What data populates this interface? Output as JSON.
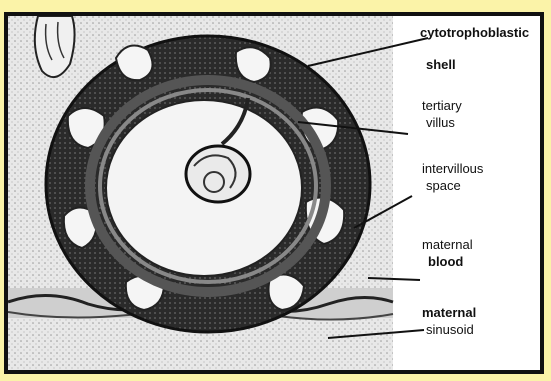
{
  "colors": {
    "background": "#fbf3a8",
    "frame": "#111111",
    "placental_tissue": "#2a2a2a",
    "stipple": "#d9d9d9",
    "lumen": "#f4f4f4"
  },
  "labels": {
    "cytotrophoblastic_line1": "cytotrophoblastic",
    "cytotrophoblastic_line2": "shell",
    "tertiary_line1": "tertiary",
    "tertiary_line2": "villus",
    "intervillous_line1": "intervillous",
    "intervillous_line2": "space",
    "maternal_blood_line1": "maternal",
    "maternal_blood_line2": "blood",
    "maternal_sinusoid_line1": "maternal",
    "maternal_sinusoid_line2": "sinusoid"
  },
  "icons": {
    "cross_section": "placenta-cross-section-illustration"
  }
}
